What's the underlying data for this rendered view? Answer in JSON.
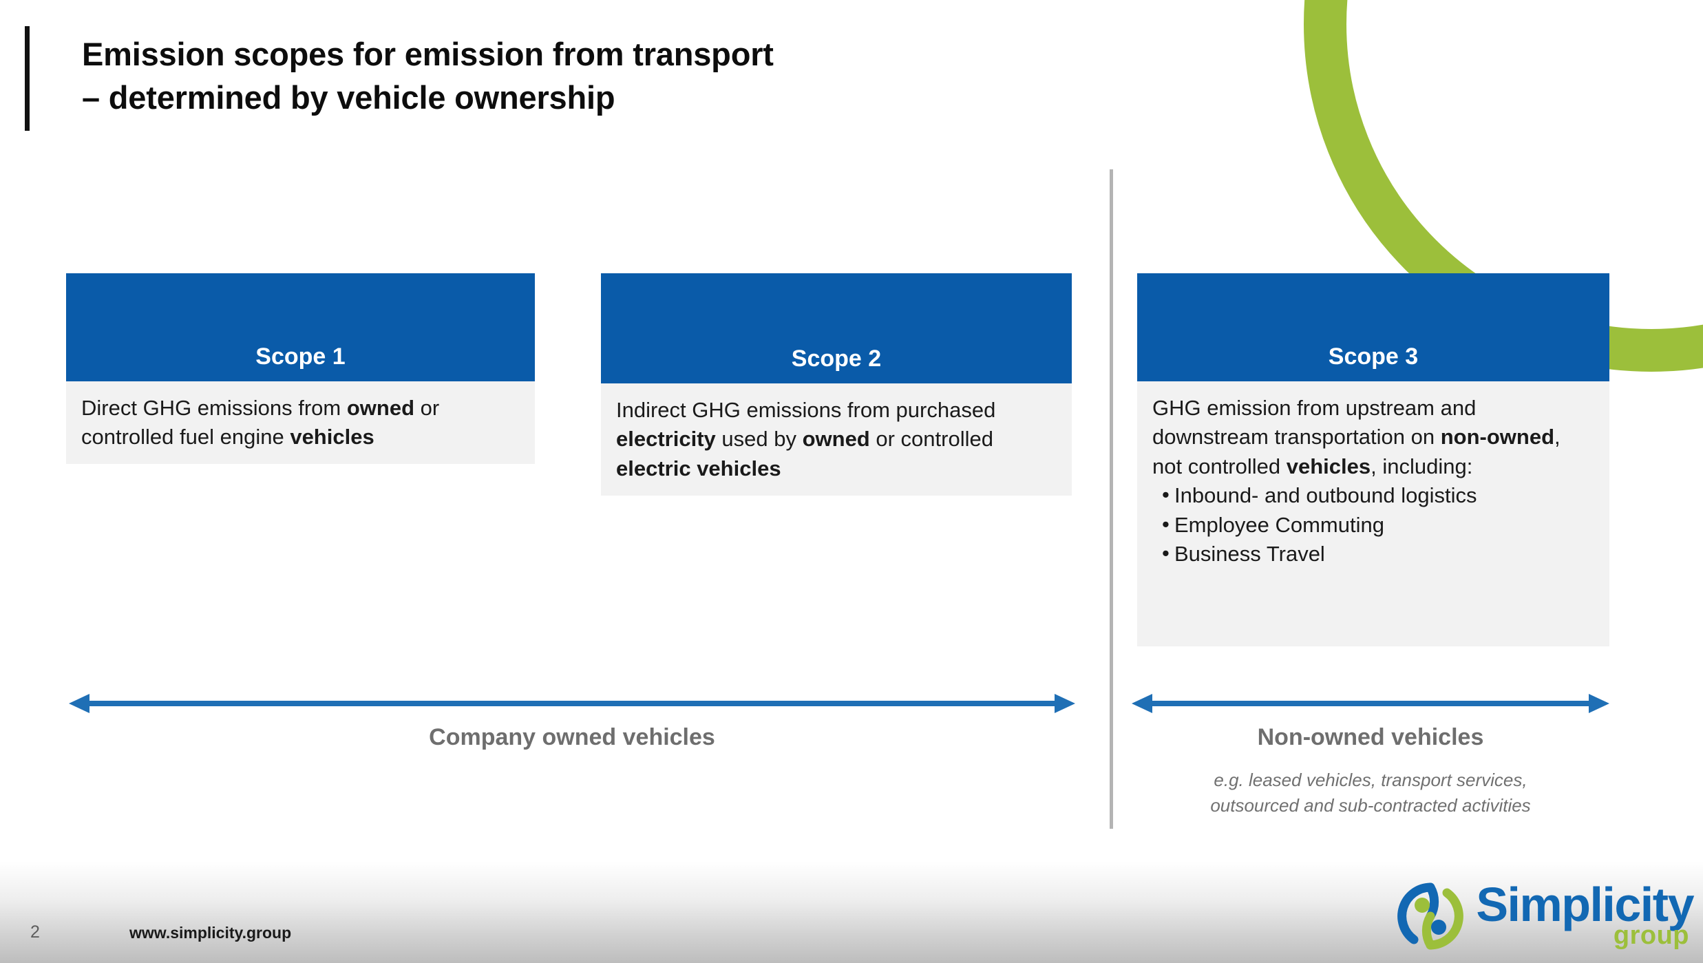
{
  "slide": {
    "title": "Emission scopes for emission from transport\n– determined by vehicle ownership",
    "page_number": "2",
    "footer_url": "www.simplicity.group"
  },
  "colors": {
    "scope_header_blue": "#0A5BA9",
    "scope_body_gray": "#F2F2F2",
    "accent_green": "#9CBF3B",
    "logo_blue": "#1268B3",
    "arrow_blue": "#1F6FB5",
    "divider_gray": "#B4B4B4",
    "caption_gray": "#6E6E6E"
  },
  "scopes": [
    {
      "id": "scope-1",
      "header": "Scope 1",
      "body_html": "Direct  GHG emissions from <b>owned</b> or controlled fuel engine <b>vehicles</b>"
    },
    {
      "id": "scope-2",
      "header": "Scope 2",
      "body_html": "Indirect  GHG emissions from purchased <b>electricity</b> used by <b>owned</b> or controlled <b>electric vehicles</b>"
    },
    {
      "id": "scope-3",
      "header": "Scope 3",
      "body_html": "GHG emission from upstream and downstream transportation on <b>non-owned</b>, not controlled <b>vehicles</b>, including:",
      "bullets": [
        "Inbound- and outbound logistics",
        "Employee Commuting",
        "Business Travel"
      ]
    }
  ],
  "arrows": [
    {
      "id": "arrow-company-owned",
      "caption": "Company owned vehicles",
      "sub_caption": ""
    },
    {
      "id": "arrow-non-owned",
      "caption": "Non-owned vehicles",
      "sub_caption": "e.g. leased vehicles, transport services,\noutsourced and sub-contracted activities"
    }
  ],
  "logo": {
    "name": "Simplicity",
    "sub": "group"
  }
}
